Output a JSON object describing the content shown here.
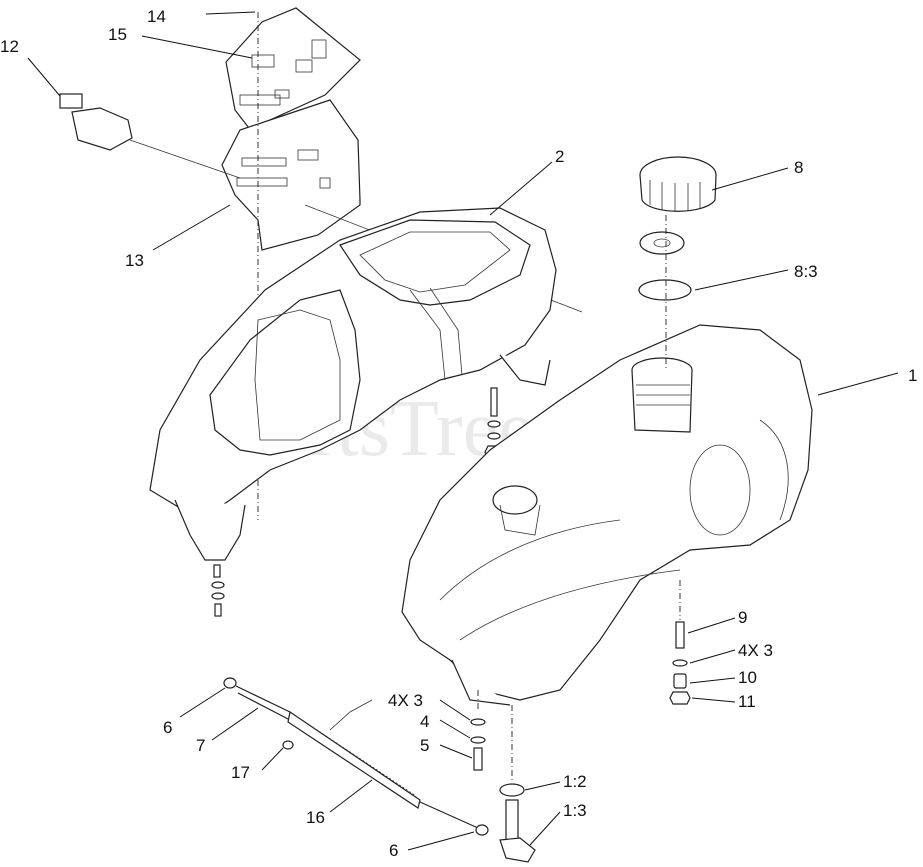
{
  "watermark": "PartsTree",
  "callouts": [
    {
      "id": "c14",
      "text": "14"
    },
    {
      "id": "c15",
      "text": "15"
    },
    {
      "id": "c12",
      "text": "12"
    },
    {
      "id": "c13",
      "text": "13"
    },
    {
      "id": "c2",
      "text": "2"
    },
    {
      "id": "c8",
      "text": "8"
    },
    {
      "id": "c8_3",
      "text": "8:3"
    },
    {
      "id": "c1",
      "text": "1"
    },
    {
      "id": "c9",
      "text": "9"
    },
    {
      "id": "c4x3r",
      "text": "4X 3"
    },
    {
      "id": "c10",
      "text": "10"
    },
    {
      "id": "c11",
      "text": "11"
    },
    {
      "id": "c6a",
      "text": "6"
    },
    {
      "id": "c7",
      "text": "7"
    },
    {
      "id": "c4x3l",
      "text": "4X 3"
    },
    {
      "id": "c4",
      "text": "4"
    },
    {
      "id": "c5",
      "text": "5"
    },
    {
      "id": "c17",
      "text": "17"
    },
    {
      "id": "c1_2",
      "text": "1:2"
    },
    {
      "id": "c1_3",
      "text": "1:3"
    },
    {
      "id": "c16",
      "text": "16"
    },
    {
      "id": "c6b",
      "text": "6"
    }
  ]
}
